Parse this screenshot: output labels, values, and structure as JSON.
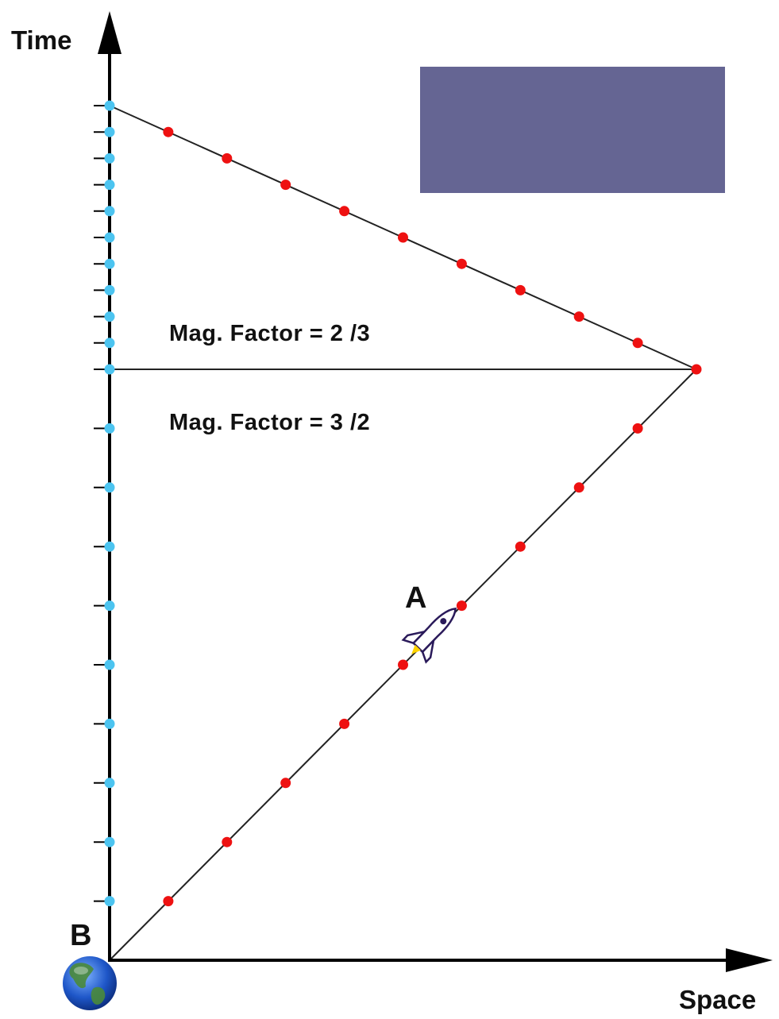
{
  "labels": {
    "time_axis": "Time",
    "space_axis": "Space",
    "point_a": "A",
    "point_b": "B",
    "factor_upper": "Mag. Factor = 2 /3",
    "factor_lower": "Mag. Factor = 3 /2"
  },
  "colors": {
    "axis": "#000000",
    "worldline": "#222222",
    "traveler_marks": "#ee1111",
    "earth_marks": "#4cc4f0",
    "redacted_box": "#656593"
  },
  "icons": {
    "rocket": "rocket-icon",
    "earth": "earth-globe-icon"
  },
  "ticks": {
    "outbound_traveler_marks": 10,
    "return_traveler_marks": 10,
    "earth_marks_below_turnaround": 9,
    "earth_marks_above_turnaround": 10
  }
}
